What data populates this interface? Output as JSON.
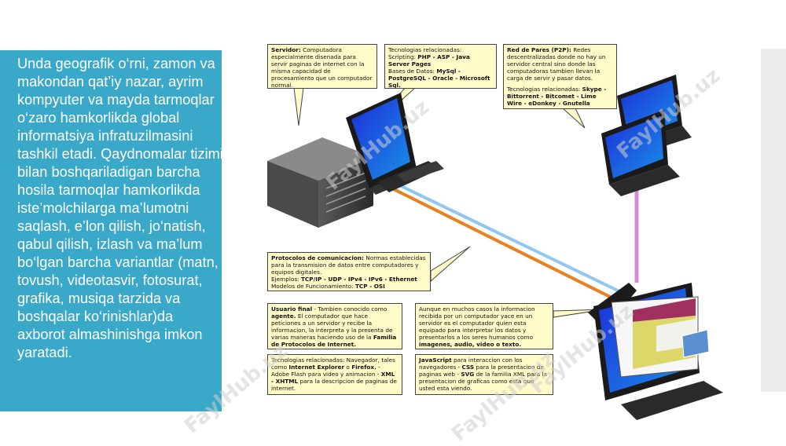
{
  "slide": {
    "body_text": "Unda geografik o‘rni, zamon va makondan qat’iy nazar, ayrim kompyuter va mayda tarmoqlar o‘zaro hamkorlikda global informatsiya infratuzilmasini tashkil etadi. Qaydnomalar tizimi bilan boshqariladigan barcha hosila tarmoqlar hamkorlikda iste’molchilarga ma’lumotni saqlash, e’lon qilish, jo‘natish, qabul qilish, izlash va ma’lum bo‘lgan barcha variantlar (matn, tovush, videotasvir, fotosurat, grafika, musiqa tarzida va boshqalar ko‘rinishlar)da axborot almashinishga imkon yaratadi."
  },
  "callouts": {
    "servidor": {
      "title": "Servidor:",
      "text": " Computadora especialmente disenada para servir paginas de internet con la misma capacidad de procesamiento que un computador normal."
    },
    "tecnologias_server": {
      "l1": "Tecnologias relacionadas:",
      "l2a": "Scripting: ",
      "l2b": "PHP - ASP - Java Server Pages",
      "l3a": "Bases de Datos: ",
      "l3b": "MySql - PostgreSQL - Oracle - Microsoft Sql."
    },
    "p2p": {
      "title": "Red de Pares (P2P):",
      "text": " Redes descentralizadas donde no hay un servidor central sino donde las computadoras tambien llevan la carga de servir y pasar datos.",
      "tech_label": "Tecnologias relacionadas: ",
      "tech": "Skype - Bittorrent - Bitcomet - Lime Wire - eDonkey - Gnutella"
    },
    "protocolos": {
      "title": "Protocolos de comunicacion:",
      "text": " Normas establecidas para la transmision de datos entre computadores y equipos digitales.",
      "ex_label": "Ejemplos: ",
      "ex": "TCP/IP - UDP - IPv4 - IPv6 - Ethernet",
      "model_label": "Modelos de Funcionamiento: ",
      "model": "TCP - OSI"
    },
    "usuario": {
      "title": "Usuario final",
      "t1": " - Tambien conocido como ",
      "agente": "agente.",
      "t2": " El computador que hace peticiones a un servidor y recibe la informacion, la interpreta y la presenta de varias maneras haciendo uso de la ",
      "familia": "Familia de Protocolos de Internet."
    },
    "aunque": {
      "text": "Aunque en muchos  casos la informacion recibida por un computador yace en un servidor es el computador quien esta equipado para interpretar los datos y presentarlos a los seres humanos como ",
      "bold": "imagenes, audio, video o texto."
    },
    "navegador": {
      "t1": "Tecnologias relacionadas: Navegador, tales como ",
      "ie": "Internet Explorer",
      "t2": " o ",
      "ff": "Firefox.",
      "t3": " - Adobe Flash para video y animacion - ",
      "xml": "XML - XHTML",
      "t4": " para la descripcion de paginas de internet."
    },
    "javascript": {
      "js": "JavaScript",
      "t1": " para interaccion con los navegadores - ",
      "css": "CSS",
      "t2": " para la presentacion de paginas web - ",
      "svg": "SVG",
      "t3": " de la familia XML para la presentacion de graficas como esta que usted esta viendo."
    }
  },
  "watermark": "FaylHub.uz",
  "colors": {
    "panel": "#3aa8c8",
    "callout_bg": "#fffbc9",
    "line_orange": "#e8821e",
    "line_blue": "#8ec7ef",
    "line_pink": "#d58ad3"
  }
}
